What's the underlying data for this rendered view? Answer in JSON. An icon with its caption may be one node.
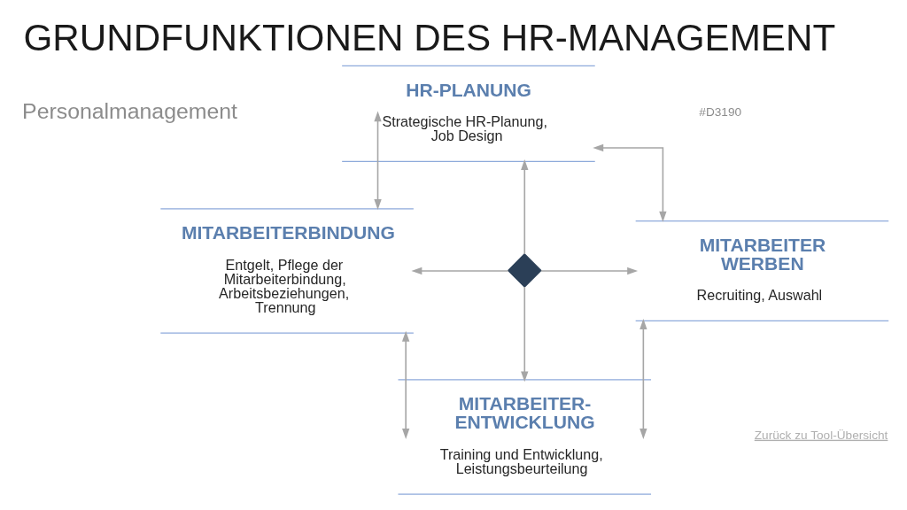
{
  "diagram": {
    "title": "GRUNDFUNKTIONEN DES HR-MANAGEMENT",
    "nodes": [
      {
        "text": [
          "HR-PLANUNG",
          "Strategische HR-Planung, Job Design"
        ]
      },
      {
        "text": [
          "MITARBEITERBINDUNG",
          "Entgelt, Pflege der Mitarbeiterbindung, Arbeitsbeziehungen, Trennung"
        ]
      },
      {
        "text": [],
        "shape": "diamond"
      },
      {
        "text": [
          "MITARBEITER WERBEN",
          "Recruiting, Auswahl"
        ]
      },
      {
        "text": [
          "MITARBEITER- ENTWICKLUNG",
          "Training und Entwicklung, Leistungsbeurteilung"
        ]
      }
    ],
    "edges": [
      {
        "from": 0,
        "to": 1,
        "arrow": "both"
      },
      {
        "from": 0,
        "to": 3,
        "arrow": "both"
      },
      {
        "from": 2,
        "to": 0,
        "arrow": "to"
      },
      {
        "from": 2,
        "to": 1,
        "arrow": "to"
      },
      {
        "from": 2,
        "to": 3,
        "arrow": "to"
      },
      {
        "from": 2,
        "to": 4,
        "arrow": "to"
      },
      {
        "from": 1,
        "to": 4,
        "arrow": "both"
      },
      {
        "from": 3,
        "to": 4,
        "arrow": "both"
      }
    ],
    "labels": [
      "#D3190",
      "Personalmanagement",
      "Zurück zu Tool-Übersicht"
    ]
  }
}
